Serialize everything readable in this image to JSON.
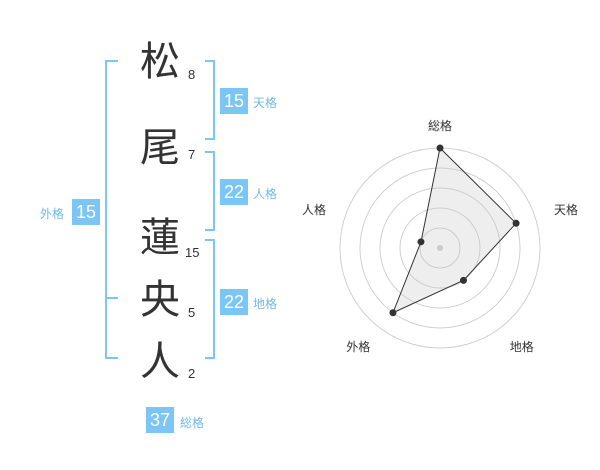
{
  "name": {
    "surname": [
      {
        "char": "松",
        "strokes": "8"
      },
      {
        "char": "尾",
        "strokes": "7"
      }
    ],
    "given": [
      {
        "char": "蓮",
        "strokes": "15"
      },
      {
        "char": "央",
        "strokes": "5"
      },
      {
        "char": "人",
        "strokes": "2"
      }
    ]
  },
  "kaku": {
    "tenkaku": {
      "value": "15",
      "label": "天格"
    },
    "jinkaku": {
      "value": "22",
      "label": "人格"
    },
    "chikaku": {
      "value": "22",
      "label": "地格"
    },
    "gaikaku": {
      "value": "15",
      "label": "外格"
    },
    "soukaku": {
      "value": "37",
      "label": "総格"
    }
  },
  "radar": {
    "axes": [
      "総格",
      "天格",
      "地格",
      "外格",
      "人格"
    ],
    "levels": 5,
    "values": [
      5,
      4,
      2,
      4,
      1
    ]
  },
  "colors": {
    "accent": "#7bc6f5",
    "bracket": "#7bc6f5",
    "label": "#6fb8ea"
  }
}
